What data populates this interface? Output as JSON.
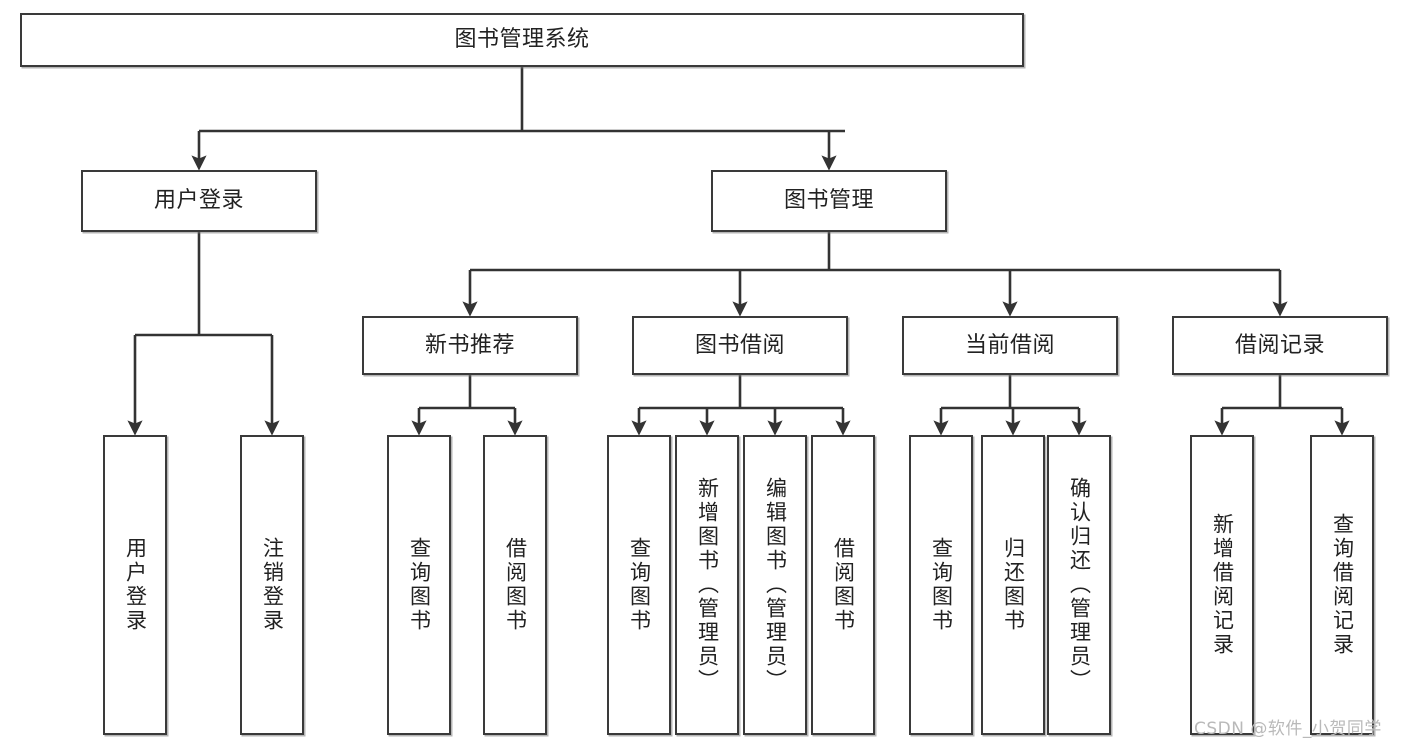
{
  "diagram": {
    "type": "tree",
    "title": "图书管理系统",
    "root": {
      "label": "图书管理系统"
    },
    "level2": [
      {
        "label": "用户登录"
      },
      {
        "label": "图书管理"
      }
    ],
    "level3": [
      {
        "label": "新书推荐"
      },
      {
        "label": "图书借阅"
      },
      {
        "label": "当前借阅"
      },
      {
        "label": "借阅记录"
      }
    ],
    "leaves": {
      "user_login": [
        {
          "label": "用户登录"
        },
        {
          "label": "注销登录"
        }
      ],
      "new_book_recommend": [
        {
          "label": "查询图书"
        },
        {
          "label": "借阅图书"
        }
      ],
      "book_borrow": [
        {
          "label": "查询图书"
        },
        {
          "label": "新增图书（管理员）"
        },
        {
          "label": "编辑图书（管理员）"
        },
        {
          "label": "借阅图书"
        }
      ],
      "current_borrow": [
        {
          "label": "查询图书"
        },
        {
          "label": "归还图书"
        },
        {
          "label": "确认归还（管理员）"
        }
      ],
      "borrow_record": [
        {
          "label": "新增借阅记录"
        },
        {
          "label": "查询借阅记录"
        }
      ]
    }
  },
  "watermark": {
    "text": "CSDN @软件_小贺同学"
  },
  "colors": {
    "box_border": "#3a3a3a",
    "box_fill": "#ffffff",
    "line": "#333333",
    "text": "#222222",
    "watermark": "#b9b9b9",
    "page_background": "#ffffff"
  }
}
